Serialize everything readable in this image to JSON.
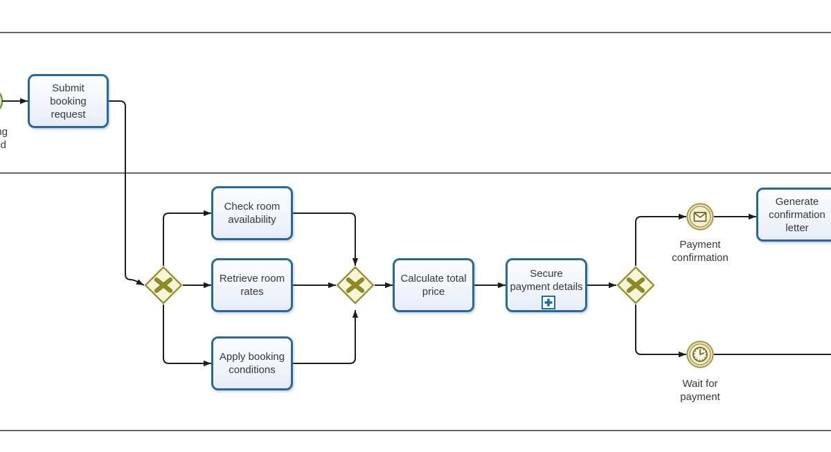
{
  "diagram_type": "BPMN process diagram",
  "colors": {
    "task_border": "#24699e",
    "task_fill": "#eef2fa",
    "gateway_border": "#9a9233",
    "gateway_fill": "#f7f5d8",
    "gateway_symbol": "#8f8a28",
    "event_border": "#a89a4d",
    "event_fill": "#f3eecd",
    "event_icon": "#6b6426",
    "start_event_border": "#6e9c3a",
    "start_event_fill": "#e8f2cf",
    "flow_line": "#1c1c1c",
    "lane_line": "#646464",
    "subprocess_marker": "#1f6da6",
    "text": "#373737"
  },
  "start_event": {
    "type": "start",
    "label": "Booking needed",
    "lines": [
      "Booking",
      "needed"
    ]
  },
  "tasks": {
    "submit": {
      "label": "Submit booking request",
      "lines": [
        "Submit",
        "booking",
        "request"
      ]
    },
    "check": {
      "label": "Check room availability",
      "lines": [
        "Check room",
        "availability"
      ]
    },
    "retrieve": {
      "label": "Retrieve room rates",
      "lines": [
        "Retrieve room",
        "rates"
      ]
    },
    "apply": {
      "label": "Apply booking conditions",
      "lines": [
        "Apply booking",
        "conditions"
      ]
    },
    "calculate": {
      "label": "Calculate total price",
      "lines": [
        "Calculate total",
        "price"
      ]
    },
    "secure": {
      "label": "Secure payment details",
      "lines": [
        "Secure",
        "payment details"
      ],
      "marker": "collapsed-subprocess-plus"
    },
    "generate": {
      "label": "Generate confirmation letter",
      "lines": [
        "Generate",
        "confirmation",
        "letter"
      ]
    }
  },
  "gateways": [
    {
      "id": "split-parallel-checks",
      "type": "exclusive",
      "symbol": "X"
    },
    {
      "id": "join-checks",
      "type": "exclusive",
      "symbol": "X"
    },
    {
      "id": "split-payment-wait",
      "type": "exclusive",
      "symbol": "X"
    }
  ],
  "events": {
    "payment_confirmation": {
      "type": "message-intermediate-catch",
      "icon": "envelope-icon",
      "label": "Payment confirmation",
      "lines": [
        "Payment",
        "confirmation"
      ]
    },
    "wait_for_payment": {
      "type": "timer-intermediate-catch",
      "icon": "clock-icon",
      "label": "Wait for payment",
      "lines": [
        "Wait for",
        "payment"
      ]
    }
  },
  "lanes": {
    "count": 2,
    "note": "pool cropped at left; no visible lane labels"
  },
  "edges": [
    {
      "from": "start-event",
      "to": "task-submit"
    },
    {
      "from": "task-submit",
      "to": "gateway-split-parallel-checks"
    },
    {
      "from": "gateway-split-parallel-checks",
      "to": "task-check"
    },
    {
      "from": "gateway-split-parallel-checks",
      "to": "task-retrieve"
    },
    {
      "from": "gateway-split-parallel-checks",
      "to": "task-apply"
    },
    {
      "from": "task-check",
      "to": "gateway-join-checks"
    },
    {
      "from": "task-retrieve",
      "to": "gateway-join-checks"
    },
    {
      "from": "task-apply",
      "to": "gateway-join-checks"
    },
    {
      "from": "gateway-join-checks",
      "to": "task-calculate"
    },
    {
      "from": "task-calculate",
      "to": "task-secure"
    },
    {
      "from": "task-secure",
      "to": "gateway-split-payment-wait"
    },
    {
      "from": "gateway-split-payment-wait",
      "to": "event-payment-confirmation"
    },
    {
      "from": "event-payment-confirmation",
      "to": "task-generate"
    },
    {
      "from": "gateway-split-payment-wait",
      "to": "event-wait-for-payment"
    },
    {
      "from": "event-wait-for-payment",
      "to": "offscreen-right"
    }
  ]
}
